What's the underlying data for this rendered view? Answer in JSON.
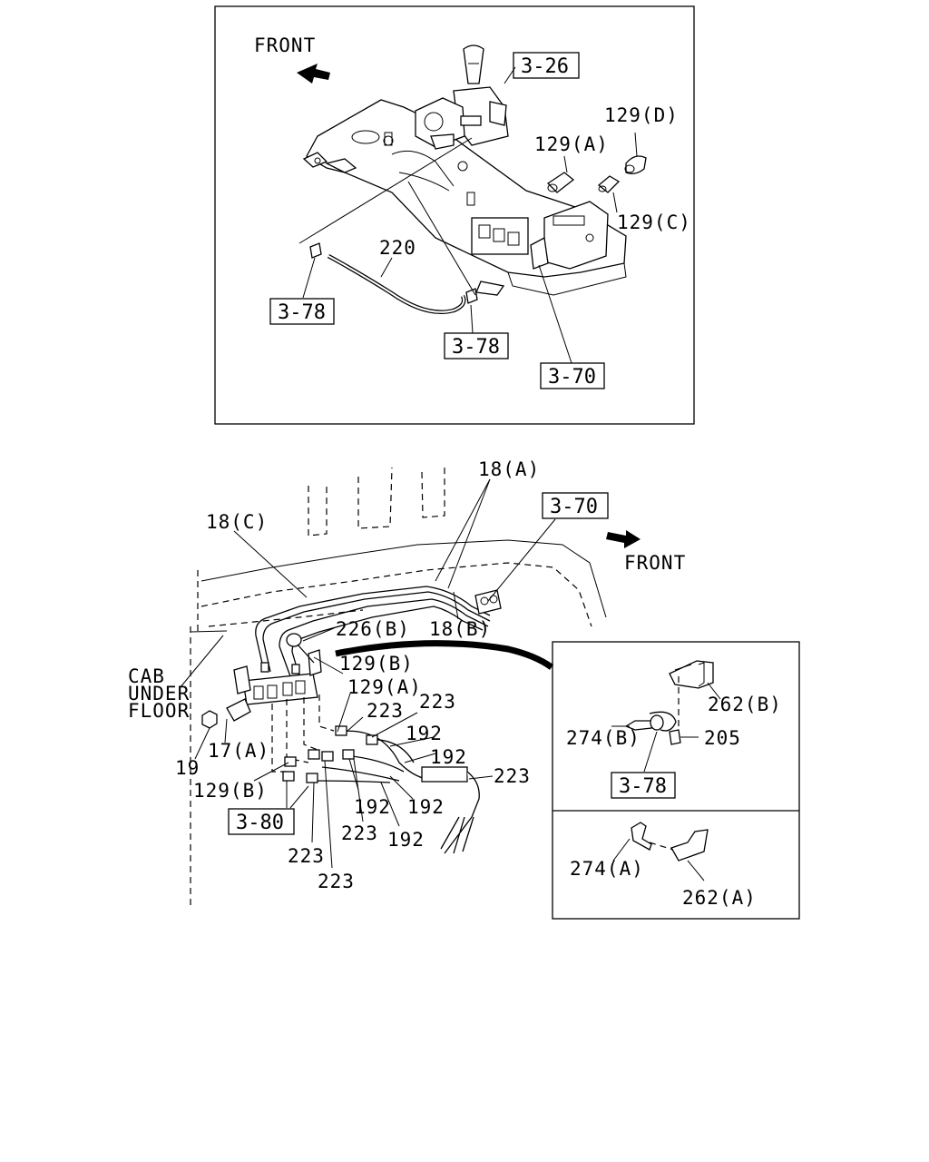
{
  "top_view": {
    "front_label": "FRONT",
    "refs": {
      "r326": "3-26",
      "r378a": "3-78",
      "r378b": "3-78",
      "r370": "3-70"
    },
    "parts": {
      "p129a": "129(A)",
      "p129c": "129(C)",
      "p129d": "129(D)",
      "p220": "220"
    }
  },
  "bottom_view": {
    "front_label": "FRONT",
    "cab_label_1": "CAB",
    "cab_label_2": "UNDER",
    "cab_label_3": "FLOOR",
    "refs": {
      "r370": "3-70",
      "r380": "3-80"
    },
    "parts": {
      "p18a": "18(A)",
      "p18b": "18(B)",
      "p18c": "18(C)",
      "p226b": "226(B)",
      "p129b1": "129(B)",
      "p129a": "129(A)",
      "p223a": "223",
      "p223b": "223",
      "p192a": "192",
      "p192b": "192",
      "p223c": "223",
      "p192c": "192",
      "p192d": "192",
      "p223d": "223",
      "p192e": "192",
      "p223e": "223",
      "p223f": "223",
      "p129b2": "129(B)",
      "p17a": "17(A)",
      "p19": "19"
    }
  },
  "inset_b": {
    "parts": {
      "p262b": "262(B)",
      "p274b": "274(B)",
      "p205": "205"
    },
    "refs": {
      "r378": "3-78"
    }
  },
  "inset_a": {
    "parts": {
      "p274a": "274(A)",
      "p262a": "262(A)"
    }
  }
}
